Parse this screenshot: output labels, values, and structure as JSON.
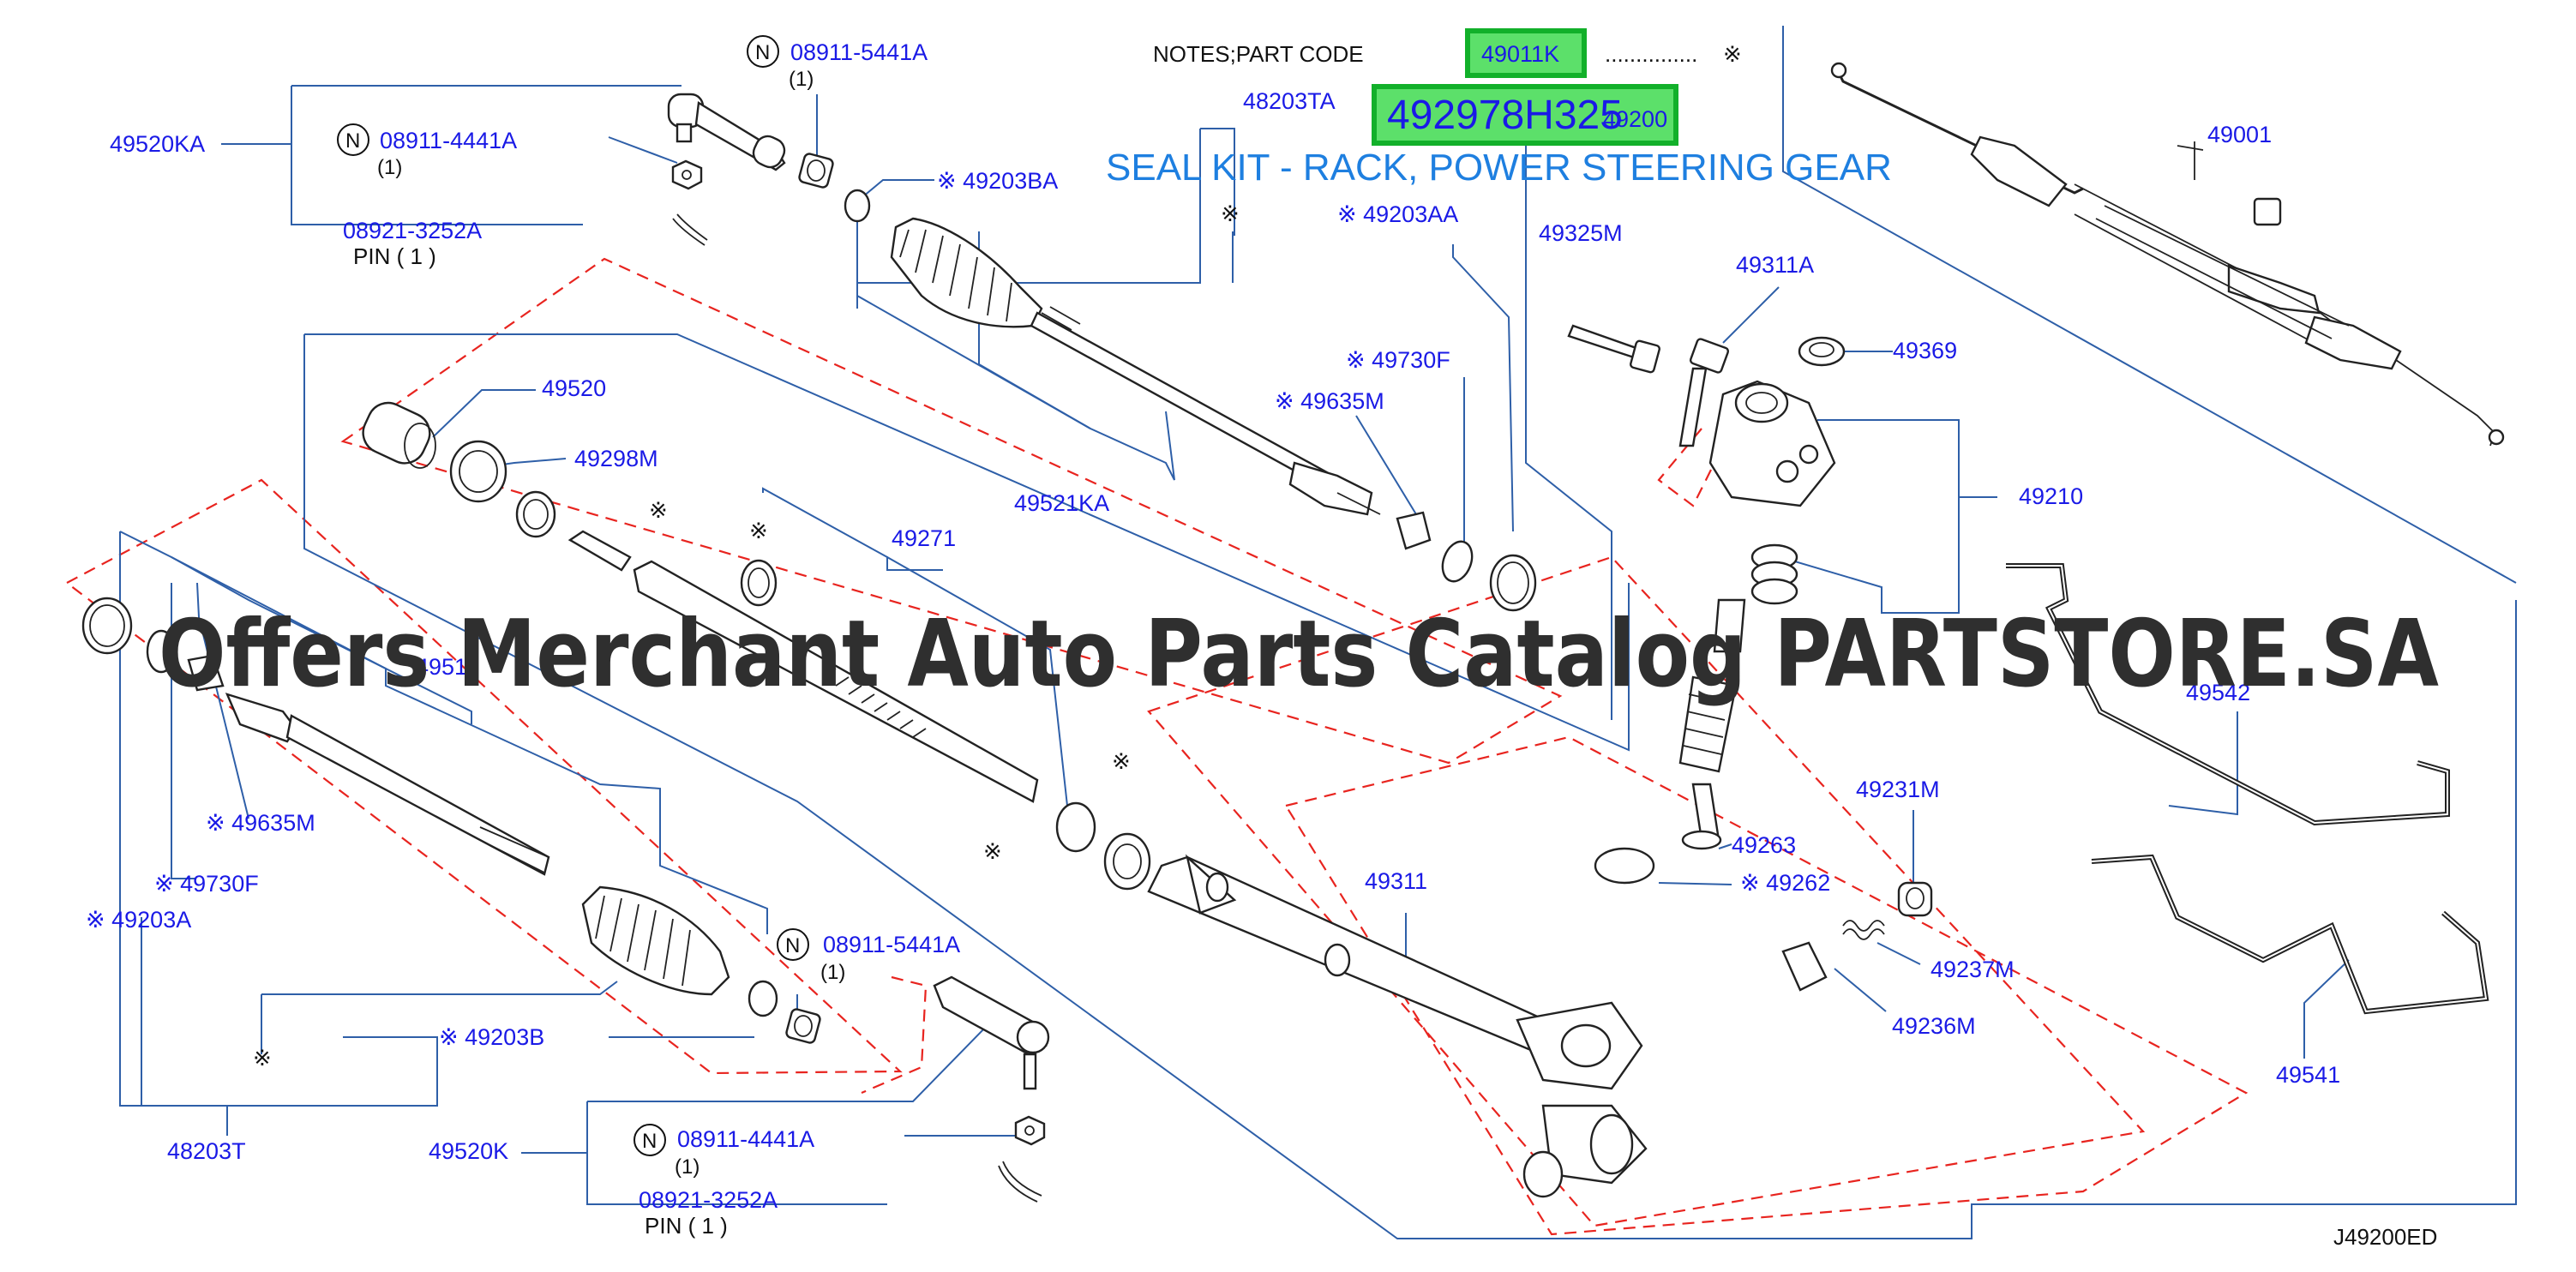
{
  "notes": {
    "label": "NOTES;PART   CODE",
    "code": "49011K",
    "dots": "...............",
    "mark": "※"
  },
  "highlight": {
    "part_number": "492978H325",
    "overlap_number": "49200",
    "title": "SEAL KIT - RACK, POWER STEERING GEAR"
  },
  "watermark": "Offers Merchant Auto Parts Catalog PARTSTORE.SA",
  "diagram_code": "J49200ED",
  "colors": {
    "label_blue": "#1a1ae6",
    "leader_blue": "#2e5fa8",
    "dash_red": "#e8241f",
    "highlight_green": "#5ce06a",
    "title_blue": "#1e7fe0"
  },
  "labels": {
    "p_08911_5441A_top": "08911-5441A",
    "p_1_top": "(1)",
    "p_49520KA": "49520KA",
    "p_08911_4441A_top": "08911-4441A",
    "p_1_mid": "(1)",
    "p_08921_3252A_top": "08921-3252A",
    "p_pin_top": "PIN  ( 1 )",
    "p_48203TA": "48203TA",
    "p_49203BA": "※ 49203BA",
    "p_mark_a": "※",
    "p_49203AA": "※ 49203AA",
    "p_49325M": "49325M",
    "p_49311A": "49311A",
    "p_49369": "49369",
    "p_49001": "49001",
    "p_49520": "49520",
    "p_49298M": "49298M",
    "p_mark_b": "※",
    "p_49730F_top": "※ 49730F",
    "p_49635M_top": "※ 49635M",
    "p_49521KA": "49521KA",
    "p_49210": "49210",
    "p_mark_c": "※",
    "p_49271": "49271",
    "p_4951x": "4951",
    "p_49542": "49542",
    "p_49635M_bot": "※ 49635M",
    "p_49730F_bot": "※ 49730F",
    "p_49203A": "※ 49203A",
    "p_mark_d": "※",
    "p_mark_e": "※",
    "p_49311": "49311",
    "p_49263": "49263",
    "p_49262": "※ 49262",
    "p_49231M": "49231M",
    "p_49237M": "49237M",
    "p_49236M": "49236M",
    "p_08911_5441A_bot": "08911-5441A",
    "p_1_bot": "(1)",
    "p_mark_f": "※",
    "p_49203B": "※ 49203B",
    "p_48203T": "48203T",
    "p_49520K": "49520K",
    "p_08911_4441A_bot": "08911-4441A",
    "p_1_bot2": "(1)",
    "p_08921_3252A_bot": "08921-3252A",
    "p_pin_bot": "PIN  ( 1 )",
    "p_49541": "49541",
    "n_mark": "N"
  }
}
